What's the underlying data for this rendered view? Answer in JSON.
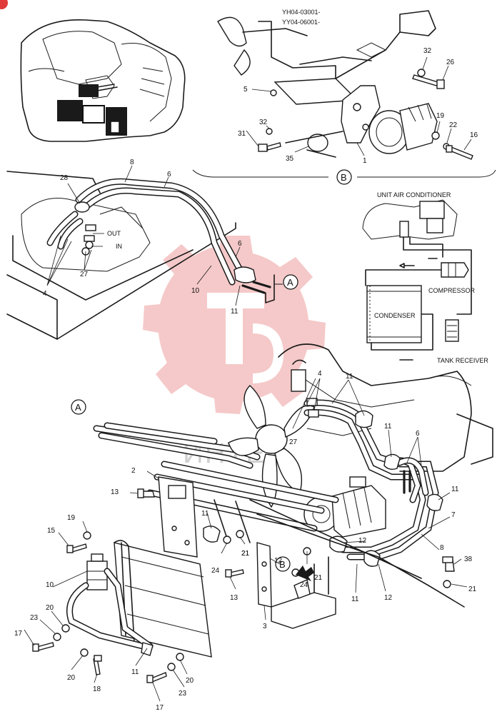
{
  "serial_ranges": [
    "YH04-03001-",
    "YY04-06001-"
  ],
  "view_labels": {
    "a": "A",
    "b": "B"
  },
  "port_labels": {
    "out": "OUT",
    "in": "IN"
  },
  "schematic": {
    "unit": "UNIT AIR CONDITIONER",
    "compressor": "COMPRESSOR",
    "condenser": "CONDENSER",
    "receiver": "TANK RECEIVER"
  },
  "watermark": "ИНТЕХ",
  "colors": {
    "logo_red": "#f1b4b4",
    "ink": "#1a1a1a",
    "watermark": "#c8c8c8"
  },
  "callouts": {
    "view_b": [
      "5",
      "32",
      "26",
      "19",
      "22",
      "16",
      "31",
      "32",
      "35",
      "1"
    ],
    "left": [
      "8",
      "6",
      "28",
      "4",
      "27",
      "10",
      "6",
      "11"
    ],
    "main": [
      "4",
      "27",
      "11",
      "11",
      "6",
      "11",
      "7",
      "8",
      "12",
      "12",
      "11",
      "12",
      "21",
      "24",
      "21",
      "2",
      "13",
      "11",
      "24",
      "21",
      "13",
      "3",
      "19",
      "15",
      "10",
      "20",
      "23",
      "17",
      "20",
      "18",
      "11",
      "23",
      "20",
      "17",
      "38",
      "21"
    ]
  }
}
